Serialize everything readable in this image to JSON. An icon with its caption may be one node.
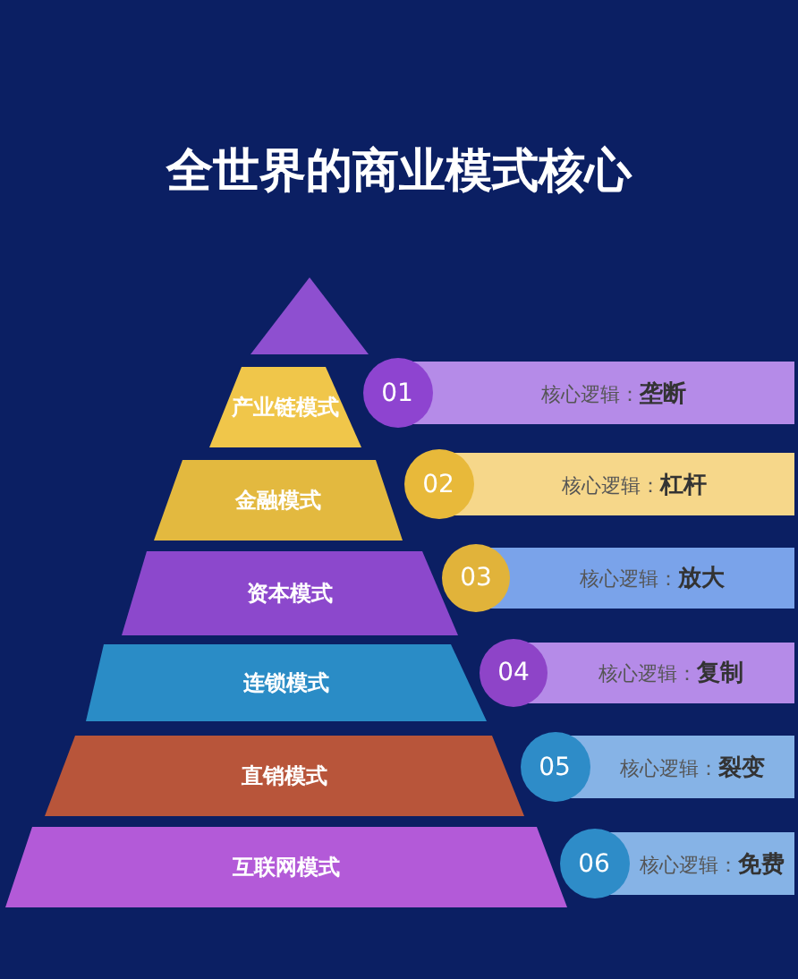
{
  "diagram": {
    "title": "全世界的商业模式核心",
    "nodes": [
      {
        "text": [],
        "shape": "triangle"
      },
      {
        "text": [
          "产业链模式"
        ]
      },
      {
        "text": [
          "金融模式"
        ]
      },
      {
        "text": [
          "资本模式"
        ]
      },
      {
        "text": [
          "连锁模式"
        ]
      },
      {
        "text": [
          "直销模式"
        ]
      },
      {
        "text": [
          "互联网模式"
        ]
      },
      {
        "text": [
          "01",
          "核心逻辑：**垄断**"
        ]
      },
      {
        "text": [
          "02",
          "核心逻辑：**杠杆**"
        ]
      },
      {
        "text": [
          "03",
          "核心逻辑：**放大**"
        ]
      },
      {
        "text": [
          "04",
          "核心逻辑：**复制**"
        ]
      },
      {
        "text": [
          "05",
          "核心逻辑：**裂变**"
        ]
      },
      {
        "text": [
          "06",
          "核心逻辑：**免费**"
        ]
      }
    ],
    "edges": []
  }
}
